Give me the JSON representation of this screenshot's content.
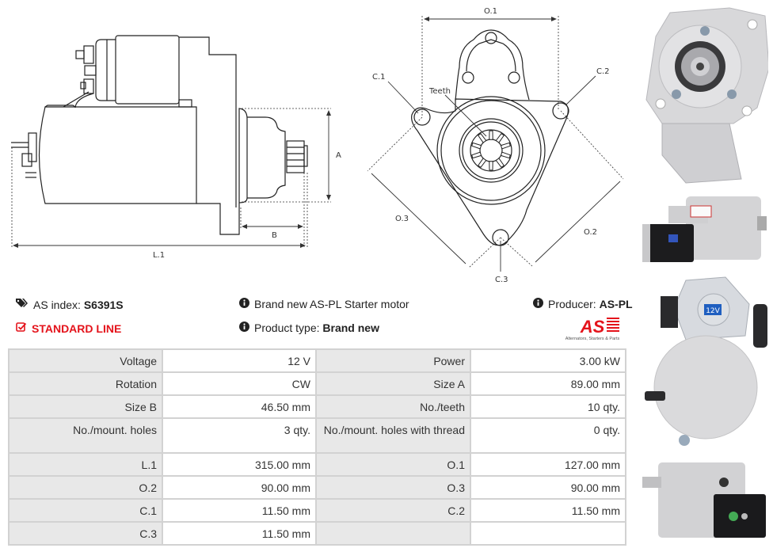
{
  "drawings": {
    "side_view": {
      "labels": {
        "A": "A",
        "B": "B",
        "L1": "L.1"
      }
    },
    "front_view": {
      "labels": {
        "O1": "O.1",
        "O2": "O.2",
        "O3": "O.3",
        "C1": "C.1",
        "C2": "C.2",
        "C3": "C.3",
        "teeth": "Teeth"
      }
    }
  },
  "photos": {
    "rear_view_badge": "12V"
  },
  "info": {
    "as_index_label": "AS index:",
    "as_index_value": "S6391S",
    "standard_line": "STANDARD LINE",
    "description": "Brand new AS-PL Starter motor",
    "product_type_label": "Product type:",
    "product_type_value": "Brand new",
    "producer_label": "Producer:",
    "producer_value": "AS-PL",
    "accent_color": "#e4131b"
  },
  "logo": {
    "mark": "AS",
    "tagline": "Alternators, Starters & Parts"
  },
  "specs": [
    {
      "k1": "Voltage",
      "v1": "12 V",
      "k2": "Power",
      "v2": "3.00 kW"
    },
    {
      "k1": "Rotation",
      "v1": "CW",
      "k2": "Size A",
      "v2": "89.00 mm"
    },
    {
      "k1": "Size B",
      "v1": "46.50 mm",
      "k2": "No./teeth",
      "v2": "10 qty."
    },
    {
      "k1": "No./mount. holes",
      "v1": "3 qty.",
      "k2": "No./mount. holes with thread",
      "v2": "0 qty."
    },
    {
      "k1": "L.1",
      "v1": "315.00 mm",
      "k2": "O.1",
      "v2": "127.00 mm"
    },
    {
      "k1": "O.2",
      "v1": "90.00 mm",
      "k2": "O.3",
      "v2": "90.00 mm"
    },
    {
      "k1": "C.1",
      "v1": "11.50 mm",
      "k2": "C.2",
      "v2": "11.50 mm"
    },
    {
      "k1": "C.3",
      "v1": "11.50 mm",
      "k2": "",
      "v2": ""
    }
  ]
}
